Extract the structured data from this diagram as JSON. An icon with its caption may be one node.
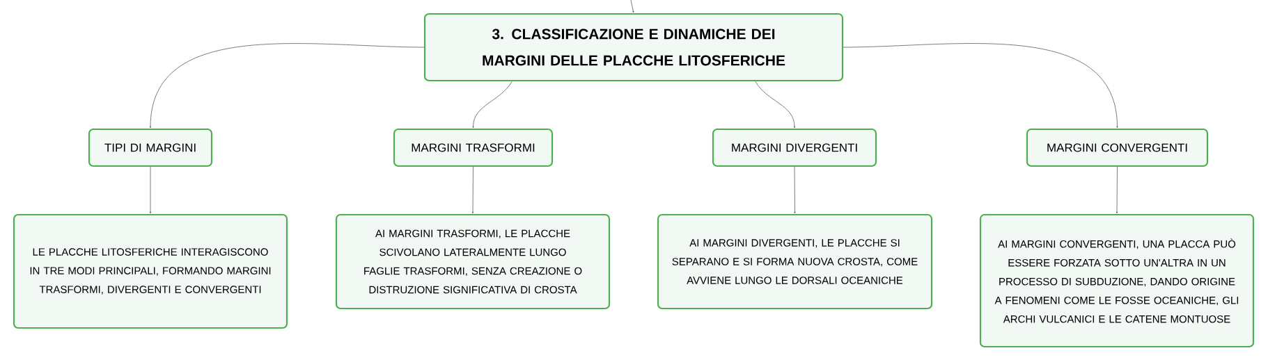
{
  "diagram": {
    "nodes": [
      {
        "text": [
          "3. CLASSIFICAZIONE E DINAMICHE DEI MARGINI DELLE PLACCHE LITOSFERICHE"
        ]
      },
      {
        "text": [
          "TIPI DI MARGINI"
        ]
      },
      {
        "text": [
          "MARGINI TRASFORMI"
        ]
      },
      {
        "text": [
          "MARGINI DIVERGENTI"
        ]
      },
      {
        "text": [
          "MARGINI CONVERGENTI"
        ]
      },
      {
        "text": [
          "LE PLACCHE LITOSFERICHE INTERAGISCONO IN TRE MODI PRINCIPALI, FORMANDO MARGINI TRASFORMI, DIVERGENTI E CONVERGENTI"
        ]
      },
      {
        "text": [
          "AI MARGINI TRASFORMI, LE PLACCHE SCIVOLANO LATERALMENTE LUNGO FAGLIE TRASFORMI, SENZA CREAZIONE O DISTRUZIONE SIGNIFICATIVA DI CROSTA"
        ]
      },
      {
        "text": [
          "AI MARGINI DIVERGENTI, LE PLACCHE SI SEPARANO E SI FORMA NUOVA CROSTA, COME AVVIENE LUNGO LE DORSALI OCEANICHE"
        ]
      },
      {
        "text": [
          "AI MARGINI CONVERGENTI, UNA PLACCA PUÒ ESSERE FORZATA SOTTO UN'ALTRA IN UN PROCESSO DI SUBDUZIONE, DANDO ORIGINE A FENOMENI COME LE FOSSE OCEANICHE, GLI ARCHI VULCANICI E LE CATENE MONTUOSE"
        ]
      }
    ],
    "edges": [
      {
        "from": null,
        "to": 0,
        "arrow": "to"
      },
      {
        "from": 0,
        "to": 1,
        "arrow": "to"
      },
      {
        "from": 0,
        "to": 2,
        "arrow": "to"
      },
      {
        "from": 0,
        "to": 3,
        "arrow": "to"
      },
      {
        "from": 0,
        "to": 4,
        "arrow": "to"
      },
      {
        "from": 1,
        "to": 5,
        "arrow": "to"
      },
      {
        "from": 2,
        "to": 6,
        "arrow": "to"
      },
      {
        "from": 3,
        "to": 7,
        "arrow": "to"
      },
      {
        "from": 4,
        "to": 8,
        "arrow": "to"
      }
    ]
  }
}
